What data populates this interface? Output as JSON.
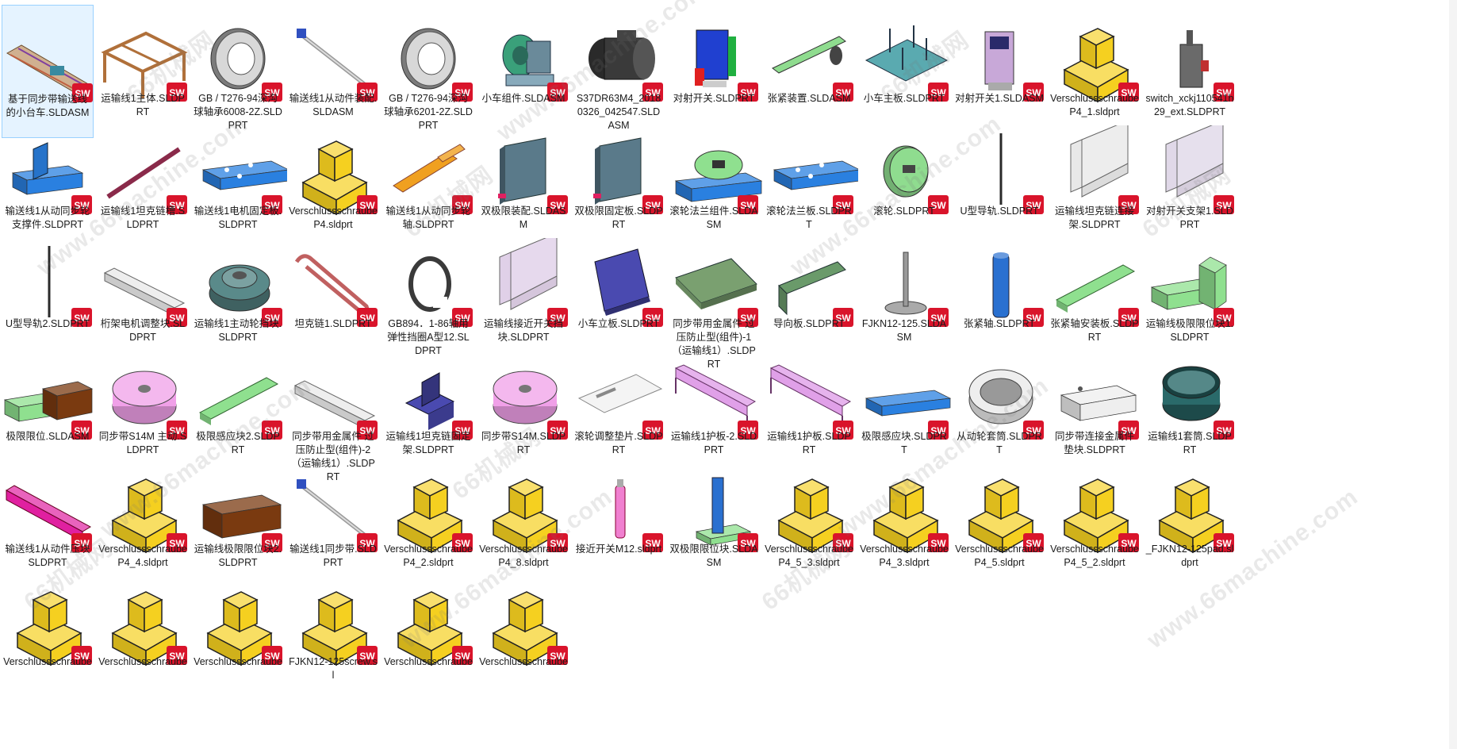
{
  "items": [
    {
      "label": "基于同步带输送线的小台车.SLDASM",
      "thumb": "conveyor-assembly",
      "color": "#c08040",
      "selected": true
    },
    {
      "label": "运输线1主体.SLDPRT",
      "thumb": "frame",
      "color": "#b0703a"
    },
    {
      "label": "GB / T276-94深沟球轴承6008-2Z.SLDPRT",
      "thumb": "bearing",
      "color": "#9a9a9a"
    },
    {
      "label": "输送线1从动件装配.SLDASM",
      "thumb": "rod",
      "color": "#9a9a9a"
    },
    {
      "label": "GB / T276-94深沟球轴承6201-2Z.SLDPRT",
      "thumb": "bearing",
      "color": "#9a9a9a"
    },
    {
      "label": "小车组件.SLDASM",
      "thumb": "motor-assembly",
      "color": "#3aa07a"
    },
    {
      "label": "S37DR63M4_20180326_042547.SLDASM",
      "thumb": "gear-motor",
      "color": "#3a3a3a"
    },
    {
      "label": "对射开关.SLDPRT",
      "thumb": "sensor",
      "color": "#2040d0"
    },
    {
      "label": "张紧装置.SLDASM",
      "thumb": "tension",
      "color": "#8fdc8f"
    },
    {
      "label": "小车主板.SLDPRT",
      "thumb": "plate-teal",
      "color": "#5aaab0"
    },
    {
      "label": "对射开关1.SLDASM",
      "thumb": "switch-box",
      "color": "#c8a8d8"
    },
    {
      "label": "Verschlussschraube P4_1.sldprt",
      "thumb": "generic",
      "color": "#f5d020"
    },
    {
      "label": "switch_xckj110541h29_ext.SLDPRT",
      "thumb": "limit-switch",
      "color": "#6a6a6a"
    },
    {
      "label": "输送线1从动同步轮支撑件.SLDPRT",
      "thumb": "bracket-blue",
      "color": "#2a80e0"
    },
    {
      "label": "运输线1坦克链槽.SLDPRT",
      "thumb": "thin-bar",
      "color": "#8a2a4a"
    },
    {
      "label": "输送线1电机固定板.SLDPRT",
      "thumb": "plate-blue",
      "color": "#2a80e0"
    },
    {
      "label": "Verschlussschraube P4.sldprt",
      "thumb": "generic",
      "color": "#f5d020"
    },
    {
      "label": "输送线1从动同步轮轴.SLDPRT",
      "thumb": "shaft-orange",
      "color": "#f0a020"
    },
    {
      "label": "双极限装配.SLDASM",
      "thumb": "plate-gray",
      "color": "#5a7a8a"
    },
    {
      "label": "双极限固定板.SLDPRT",
      "thumb": "plate-gray",
      "color": "#5a7a8a"
    },
    {
      "label": "滚轮法兰组件.SLDASM",
      "thumb": "flange-assy",
      "color": "#2a80e0"
    },
    {
      "label": "滚轮法兰板.SLDPRT",
      "thumb": "plate-blue",
      "color": "#2a80e0"
    },
    {
      "label": "滚轮.SLDPRT",
      "thumb": "wheel",
      "color": "#8fdc8f"
    },
    {
      "label": "U型导轨.SLDPRT",
      "thumb": "vline",
      "color": "#2a2a2a"
    },
    {
      "label": "运输线坦克链连接架.SLDPRT",
      "thumb": "angle-white",
      "color": "#e8e8e8"
    },
    {
      "label": "对射开关支架1.SLDPRT",
      "thumb": "angle-white",
      "color": "#e0d8e8"
    },
    {
      "label": "U型导轨2.SLDPRT",
      "thumb": "vline",
      "color": "#2a2a2a"
    },
    {
      "label": "桁架电机调整块.SLDPRT",
      "thumb": "long-white",
      "color": "#eeeeee"
    },
    {
      "label": "运输线1主动轮挡块.SLDPRT",
      "thumb": "pulley",
      "color": "#5a8a8a"
    },
    {
      "label": "坦克链1.SLDPRT",
      "thumb": "chain",
      "color": "#c06060"
    },
    {
      "label": "GB894．1-86轴用弹性挡圈A型12.SLDPRT",
      "thumb": "circlip",
      "color": "#3a3a3a"
    },
    {
      "label": "运输线接近开关挡块.SLDPRT",
      "thumb": "angle-white",
      "color": "#e0d0e8"
    },
    {
      "label": "小车立板.SLDPRT",
      "thumb": "plate-navy",
      "color": "#4a4ab0"
    },
    {
      "label": "同步带用金属件 过压防止型(组件)-1（运输线1）.SLDPRT",
      "thumb": "plate-green",
      "color": "#7aa070"
    },
    {
      "label": "导向板.SLDPRT",
      "thumb": "guide",
      "color": "#6a9a6a"
    },
    {
      "label": "FJKN12-125.SLDASM",
      "thumb": "foot",
      "color": "#9a9a9a"
    },
    {
      "label": "张紧轴.SLDPRT",
      "thumb": "pin-blue",
      "color": "#2a70d0"
    },
    {
      "label": "张紧轴安装板.SLDPRT",
      "thumb": "bar-green",
      "color": "#8fe08f"
    },
    {
      "label": "运输线极限限位块1.SLDPRT",
      "thumb": "l-green",
      "color": "#8fe08f"
    },
    {
      "label": "极限限位.SLDASM",
      "thumb": "l-green-brown",
      "color": "#8fe08f"
    },
    {
      "label": "同步带S14M 主动.SLDPRT",
      "thumb": "disc-pink",
      "color": "#f0a0e8"
    },
    {
      "label": "极限感应块2.SLDPRT",
      "thumb": "bar-green",
      "color": "#8fe08f"
    },
    {
      "label": "同步带用金属件 过压防止型(组件)-2（运输线1）.SLDPRT",
      "thumb": "long-white",
      "color": "#eeeeee"
    },
    {
      "label": "运输线1坦克链固定架.SLDPRT",
      "thumb": "bracket-navy",
      "color": "#4a4ab0"
    },
    {
      "label": "同步带S14M.SLDPRT",
      "thumb": "disc-pink",
      "color": "#f0a0e8"
    },
    {
      "label": "滚轮调整垫片.SLDPRT",
      "thumb": "shim",
      "color": "#f4f4f4"
    },
    {
      "label": "运输线1护板-2.SLDPRT",
      "thumb": "rail-violet",
      "color": "#e0a0e8"
    },
    {
      "label": "运输线1护板.SLDPRT",
      "thumb": "rail-violet",
      "color": "#e0a0e8"
    },
    {
      "label": "极限感应块.SLDPRT",
      "thumb": "bar-blue",
      "color": "#2a80e0"
    },
    {
      "label": "从动轮套筒.SLDPRT",
      "thumb": "ring-white",
      "color": "#eeeeee"
    },
    {
      "label": "同步带连接金属件垫块.SLDPRT",
      "thumb": "block-white",
      "color": "#eeeeee"
    },
    {
      "label": "运输线1套筒.SLDPRT",
      "thumb": "ring-teal",
      "color": "#2a6a6a"
    },
    {
      "label": "输送线1从动件压块SLDPRT",
      "thumb": "bar-magenta",
      "color": "#e020a0"
    },
    {
      "label": "Verschlussschraube P4_4.sldprt",
      "thumb": "generic",
      "color": "#f5d020"
    },
    {
      "label": "运输线极限限位块2.SLDPRT",
      "thumb": "block-brown",
      "color": "#7a3a10"
    },
    {
      "label": "输送线1同步带.SLDPRT",
      "thumb": "rod",
      "color": "#9a9a9a"
    },
    {
      "label": "Verschlussschraube P4_2.sldprt",
      "thumb": "generic",
      "color": "#f5d020"
    },
    {
      "label": "Verschlussschraube P4_8.sldprt",
      "thumb": "generic",
      "color": "#f5d020"
    },
    {
      "label": "接近开关M12.sldprt",
      "thumb": "pin-pink",
      "color": "#f080d0"
    },
    {
      "label": "双极限限位块.SLDASM",
      "thumb": "post-blue",
      "color": "#2a70d0"
    },
    {
      "label": "Verschlussschraube P4_5_3.sldprt",
      "thumb": "generic",
      "color": "#f5d020"
    },
    {
      "label": "Verschlussschraube P4_3.sldprt",
      "thumb": "generic",
      "color": "#f5d020"
    },
    {
      "label": "Verschlussschraube P4_5.sldprt",
      "thumb": "generic",
      "color": "#f5d020"
    },
    {
      "label": "Verschlussschraube P4_5_2.sldprt",
      "thumb": "generic",
      "color": "#f5d020"
    },
    {
      "label": "_FJKN12-125pad.sldprt",
      "thumb": "generic",
      "color": "#f5d020"
    },
    {
      "label": "Verschlussschraube",
      "thumb": "generic",
      "color": "#f5d020"
    },
    {
      "label": "Verschlussschraube",
      "thumb": "generic",
      "color": "#f5d020"
    },
    {
      "label": "Verschlussschraube",
      "thumb": "generic",
      "color": "#f5d020"
    },
    {
      "label": "FJKN12-125screw.sl",
      "thumb": "generic",
      "color": "#f5d020"
    },
    {
      "label": "Verschlussschraube",
      "thumb": "generic",
      "color": "#f5d020"
    },
    {
      "label": "Verschlussschraube",
      "thumb": "generic",
      "color": "#f5d020"
    }
  ],
  "badge": {
    "text": "SW",
    "bg": "#d9142b",
    "fg": "#ffffff"
  },
  "watermark": {
    "line1": "66机械网",
    "line2": "www.66machine.com"
  }
}
